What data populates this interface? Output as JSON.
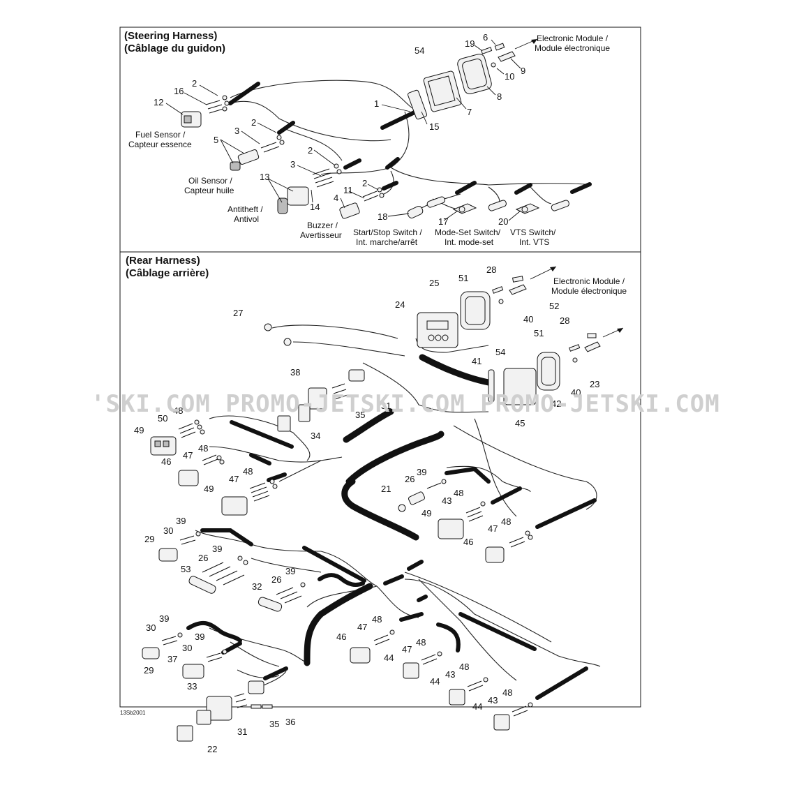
{
  "steering_panel": {
    "title_en": "(Steering Harness)",
    "title_fr": "(Câblage du guidon)"
  },
  "rear_panel": {
    "title_en": "(Rear Harness)",
    "title_fr": "(Câblage arrière)"
  },
  "labels": {
    "em_top_1": "Electronic Module /",
    "em_top_2": "Module électronique",
    "fuel_1": "Fuel Sensor /",
    "fuel_2": "Capteur essence",
    "oil_1": "Oil Sensor /",
    "oil_2": "Capteur huile",
    "anti_1": "Antitheft /",
    "anti_2": "Antivol",
    "buzz_1": "Buzzer /",
    "buzz_2": "Avertisseur",
    "ss_1": "Start/Stop Switch /",
    "ss_2": "Int. marche/arrêt",
    "ms_1": "Mode-Set Switch/",
    "ms_2": "Int. mode-set",
    "vts_1": "VTS Switch/",
    "vts_2": "Int. VTS",
    "em_rear_1": "Electronic Module /",
    "em_rear_2": "Module électronique"
  },
  "watermark": "'SKI.COM  PROMO-JETSKI.COM  PROMO-JETSKI.COM",
  "figure_code": "13Sb2001",
  "callouts": {
    "c_2a": "2",
    "c_16": "16",
    "c_12": "12",
    "c_1": "1",
    "c_15": "15",
    "c_54a": "54",
    "c_19": "19",
    "c_6": "6",
    "c_10": "10",
    "c_9": "9",
    "c_8": "8",
    "c_7": "7",
    "c_2b": "2",
    "c_3a": "3",
    "c_5": "5",
    "c_2c": "2",
    "c_3b": "3",
    "c_13": "13",
    "c_14": "14",
    "c_11": "11",
    "c_2d": "2",
    "c_4": "4",
    "c_18": "18",
    "c_17": "17",
    "c_20": "20",
    "c_28a": "28",
    "c_51a": "51",
    "c_25": "25",
    "c_52": "52",
    "c_40a": "40",
    "c_24": "24",
    "c_54b": "54",
    "c_51b": "51",
    "c_28b": "28",
    "c_23": "23",
    "c_40b": "40",
    "c_41": "41",
    "c_42": "42",
    "c_45": "45",
    "c_27": "27",
    "c_38": "38",
    "c_35a": "35",
    "c_31a": "31",
    "c_34": "34",
    "c_48a": "48",
    "c_50": "50",
    "c_49a": "49",
    "c_48b": "48",
    "c_47a": "47",
    "c_46a": "46",
    "c_48c": "48",
    "c_47b": "47",
    "c_49b": "49",
    "c_39a": "39",
    "c_26a": "26",
    "c_21": "21",
    "c_48d": "48",
    "c_43a": "43",
    "c_49c": "49",
    "c_48e": "48",
    "c_47c": "47",
    "c_46b": "46",
    "c_39b": "39",
    "c_30a": "30",
    "c_29a": "29",
    "c_39c": "39",
    "c_26b": "26",
    "c_53": "53",
    "c_39d": "39",
    "c_26c": "26",
    "c_32": "32",
    "c_39e": "39",
    "c_30b": "30",
    "c_39f": "39",
    "c_30c": "30",
    "c_37": "37",
    "c_29b": "29",
    "c_33": "33",
    "c_31b": "31",
    "c_35b": "35",
    "c_36": "36",
    "c_22": "22",
    "c_48f": "48",
    "c_47d": "47",
    "c_46c": "46",
    "c_48g": "48",
    "c_47e": "47",
    "c_44a": "44",
    "c_48h": "48",
    "c_43b": "43",
    "c_44b": "44",
    "c_48i": "48",
    "c_43c": "43",
    "c_44c": "44"
  }
}
